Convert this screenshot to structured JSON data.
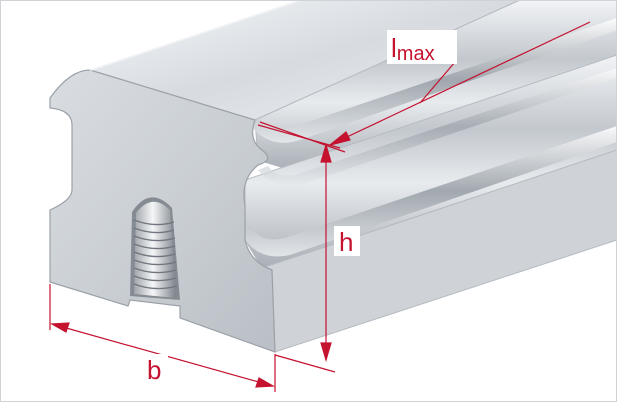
{
  "diagram": {
    "labels": {
      "length": {
        "main": "l",
        "subscript": "max"
      },
      "height": "h",
      "width": "b"
    },
    "colors": {
      "dimension_line": "#c4122f",
      "metal_light": "#e9ecef",
      "metal_mid": "#c9cdd2",
      "metal_dark": "#8e949b",
      "background": "#ffffff"
    }
  }
}
